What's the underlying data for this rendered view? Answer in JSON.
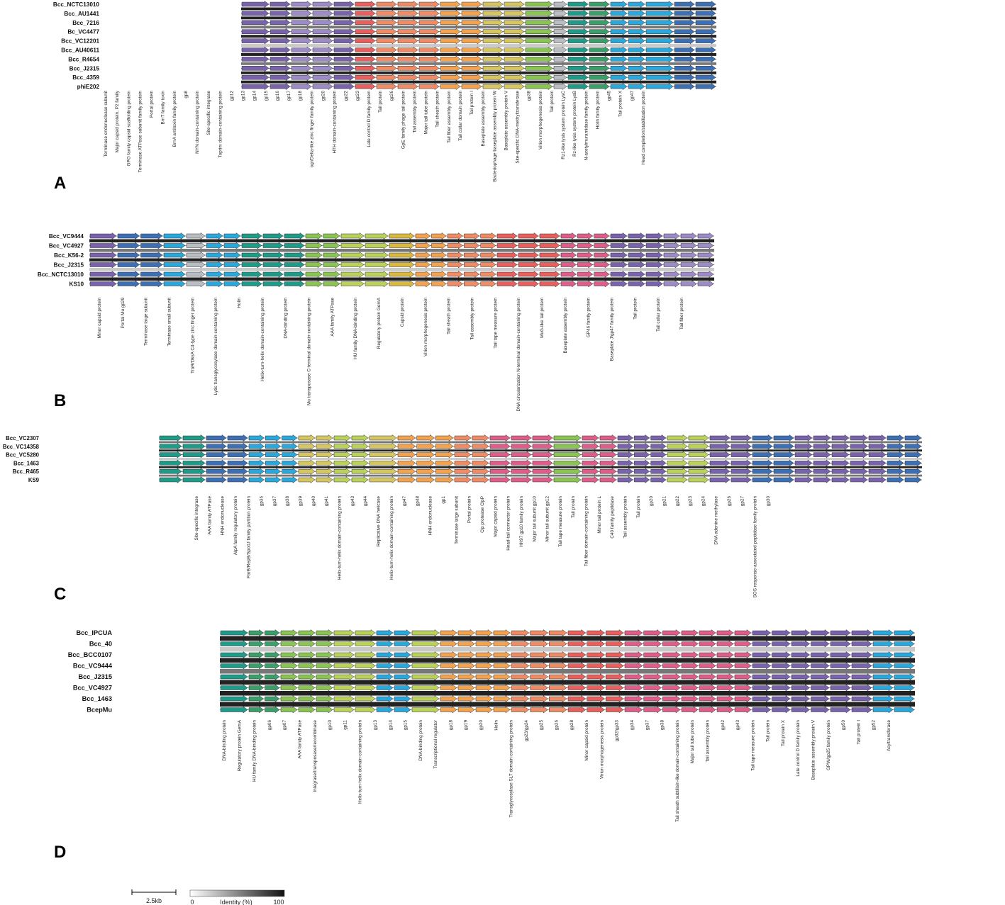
{
  "colors": {
    "gray": "#b9bec4",
    "purple": "#7a63ad",
    "teal": "#1f9b89",
    "lavender": "#9c8bc6",
    "red": "#e8605e",
    "salmon": "#ef8b65",
    "orange": "#f3a24f",
    "khaki": "#d6c662",
    "green": "#8ac453",
    "lime": "#bbd25a",
    "sky": "#2aa8dc",
    "navy": "#3d6fb4",
    "magenta": "#df5d8a",
    "emerald": "#3a9f6a",
    "gold": "#d9b93f",
    "band_dark": "#222222",
    "band_mid": "#777777",
    "band_light": "#c9c9c9"
  },
  "panels": [
    {
      "letter": "A",
      "genomes": [
        "Bcc_NCTC13010",
        "Bcc_AU1441",
        "Bcc_7216",
        "Bc_VC4477",
        "Bcc_VC12201",
        "Bcc_AU40611",
        "Bcc_R4654",
        "Bcc_J2315",
        "Bcc_4359",
        "phiE202"
      ],
      "genes": [
        "Terminase endonuclease subunit",
        "Major capsid protein, P2 family",
        "GPO family capsid scaffolding protein",
        "Terminase ATPase subunit family protein",
        "Portal protein",
        "BrnT family toxin",
        "BrnA antitoxin family protein",
        "gp8",
        "NYN domain-containing protein",
        "Site-specific integrase",
        "Toprim domain-containing protein",
        "gp12",
        "gp13",
        "gp14",
        "gp15",
        "gp16",
        "gp17",
        "gp18",
        "ogr/Delta-like zinc finger family protein",
        "gp20",
        "HTH domain-containing protein",
        "gp22",
        "gp23",
        "Late control D family protein",
        "Tail protein",
        "gp26",
        "GpE family phage tail protein",
        "Tail assembly protein",
        "Major tail tube protein",
        "Tail sheath protein",
        "Tail fiber assembly protein",
        "Tail collar domain protein",
        "Tail protein I",
        "Baseplate assembly protein",
        "Bacteriophage baseplate assembly protein W",
        "Baseplate assembly protein V",
        "Site-specific DNA-methyltransferase",
        "gp38",
        "Virion morphogenesis protein",
        "Tail protein",
        "Rz1-like lysis system protein LysC",
        "Rz-like lysis system protein LysB",
        "N-acetylmuramidase family protein",
        "Holin family protein",
        "gp45",
        "Tail protein X",
        "gp47",
        "Head completion/stabilization protein"
      ]
    },
    {
      "letter": "B",
      "genomes": [
        "Bcc_VC9444",
        "Bcc_VC4927",
        "Bcc_K56-2",
        "Bcc_J2315",
        "Bcc_NCTC13010",
        "KS10"
      ],
      "genes": [
        "Minor capsid protein",
        "Portal Mu gp29",
        "Terminase large subunit",
        "Terminase small subunit",
        "TraR/DksA C4-type zinc finger protein",
        "Lytic transglycosylase domain-containing protein",
        "Holin",
        "Helix-turn-helix domain-containing protein",
        "DNA-binding protein",
        "Mu transposase C-terminal domain-containing protein",
        "AAA family ATPase",
        "HU family DNA-binding protein",
        "Regulatory protein GemA",
        "Capsid protein",
        "Virion morphogenesis protein",
        "Tail sheath protein",
        "Tail assembly protein",
        "Tail tape measure protein",
        "DNA circularization N-terminal domain-containing protein",
        "MuG-like tail protein",
        "Baseplate assembly protein",
        "GP46 family protein",
        "Baseplate J/gp47 family protein",
        "Tail protein",
        "Tail collar protein",
        "Tail fiber protein"
      ]
    },
    {
      "letter": "C",
      "genomes": [
        "Bcc_VC2307",
        "Bcc_VC14358",
        "Bcc_VC5280",
        "Bcc_1463",
        "Bcc_R465",
        "KS9"
      ],
      "genes": [
        "Site-specific integrase",
        "AAA family ATPase",
        "HNH endonuclease",
        "AlpA family regulatory protein",
        "ParB/RepB/Spo0J family partition protein",
        "gp36",
        "gp37",
        "gp38",
        "gp39",
        "gp40",
        "gp41",
        "Helix-turn-helix domain-containing protein",
        "gp43",
        "gp44",
        "Replicative DNA helicase",
        "Helix-turn-helix domain-containing protein",
        "gp47",
        "gp48",
        "HNH endonuclease",
        "gp1",
        "Terminase large subunit",
        "Portal protein",
        "Clp protease ClpP",
        "Major capsid protein",
        "Head-tail connector protein",
        "HK97 gp10 family protein",
        "Major tail subunit gp10",
        "Minor tail subunit gp12",
        "Tail tape measure protein",
        "Tail protein",
        "Tail fiber domain-containing protein",
        "Minor tail protein L",
        "C40 family peptidase",
        "Tail assembly protein",
        "Tail protein",
        "gp20",
        "gp21",
        "gp22",
        "gp23",
        "gp24",
        "DNA adenine methylase",
        "gp26",
        "gp27",
        "SOS response-associated peptidase family protein",
        "gp30"
      ]
    },
    {
      "letter": "D",
      "genomes": [
        "Bcc_IPCUA",
        "Bcc_40",
        "Bcc_BCC0107",
        "Bcc_VC9444",
        "Bcc_J2315",
        "Bcc_VC4927",
        "Bcc_1463",
        "BcepMu"
      ],
      "genes": [
        "DNA-binding protein",
        "Regulatory protein GemA",
        "HU family DNA-binding protein",
        "gp06",
        "gp07",
        "AAA family ATPase",
        "Integrase/transposase/recombinase",
        "gp10",
        "gp11",
        "Helix-turn-helix domain-containing protein",
        "gp13",
        "gp14",
        "gp15",
        "DNA-binding protein",
        "Transcriptional regulator",
        "gp18",
        "gp19",
        "gp20",
        "Holin",
        "Transglycosylase SLT domain-containing protein",
        "gp23/gp24",
        "gp25",
        "gp26",
        "gp28",
        "Minor capsid protein",
        "Virion morphogenesis protein",
        "gp32/gp33",
        "gp34",
        "gp37",
        "gp38",
        "Tail sheath subtilisin-like domain-containing protein",
        "Major tail tube protein",
        "Tail assembly protein",
        "gp42",
        "gp43",
        "Tail tape measure protein",
        "Tail protein",
        "Tail protein X",
        "Late control D family protein",
        "Baseplate assembly protein V",
        "GPW/gp25 family protein",
        "gp50",
        "Tail protein I",
        "gp52",
        "Acyltransferase"
      ]
    }
  ],
  "scale_label": "2.5kb",
  "legend": {
    "min": "0",
    "max": "100",
    "title": "Identity (%)"
  }
}
